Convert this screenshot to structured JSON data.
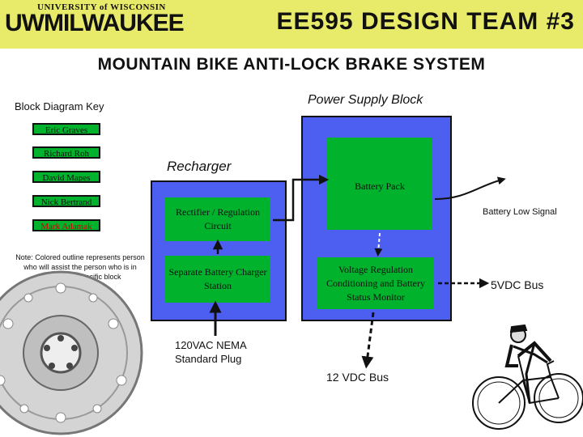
{
  "header": {
    "logo_top": "UNIVERSITY of WISCONSIN",
    "logo_main": "UWMILWAUKEE",
    "team_title": "EE595 DESIGN TEAM #3",
    "background": "#e8eb6a"
  },
  "headline": "MOUNTAIN BIKE ANTI-LOCK BRAKE SYSTEM",
  "key": {
    "title": "Block Diagram Key",
    "members": [
      {
        "name": "Eric Graves",
        "text_color": "#111111"
      },
      {
        "name": "Richard Roh",
        "text_color": "#111111"
      },
      {
        "name": "David Mapes",
        "text_color": "#111111"
      },
      {
        "name": "Nick Bertrand",
        "text_color": "#111111"
      },
      {
        "name": "Mark Adamak",
        "text_color": "#cc0000"
      }
    ],
    "note": "Note: Colored outline represents person who will assist the person who is in charge of a specific block"
  },
  "blocks": {
    "power_supply_title": "Power Supply Block",
    "recharger_title": "Recharger",
    "battery_pack": "Battery Pack",
    "rectifier": "Rectifier / Regulation Circuit",
    "charger_station": "Separate Battery Charger Station",
    "voltage_regulation": "Voltage Regulation Conditioning and Battery Status Monitor"
  },
  "signals": {
    "battery_low": "Battery Low Signal",
    "bus_5v": "5VDC Bus",
    "plug": "120VAC NEMA Standard Plug",
    "bus_12v": "12 VDC Bus"
  },
  "colors": {
    "block_blue": "#4c5ff0",
    "block_green": "#00b22c",
    "header_yellow": "#e8eb6a"
  },
  "icons": [
    "brake-rotor-icon",
    "cyclist-icon"
  ]
}
